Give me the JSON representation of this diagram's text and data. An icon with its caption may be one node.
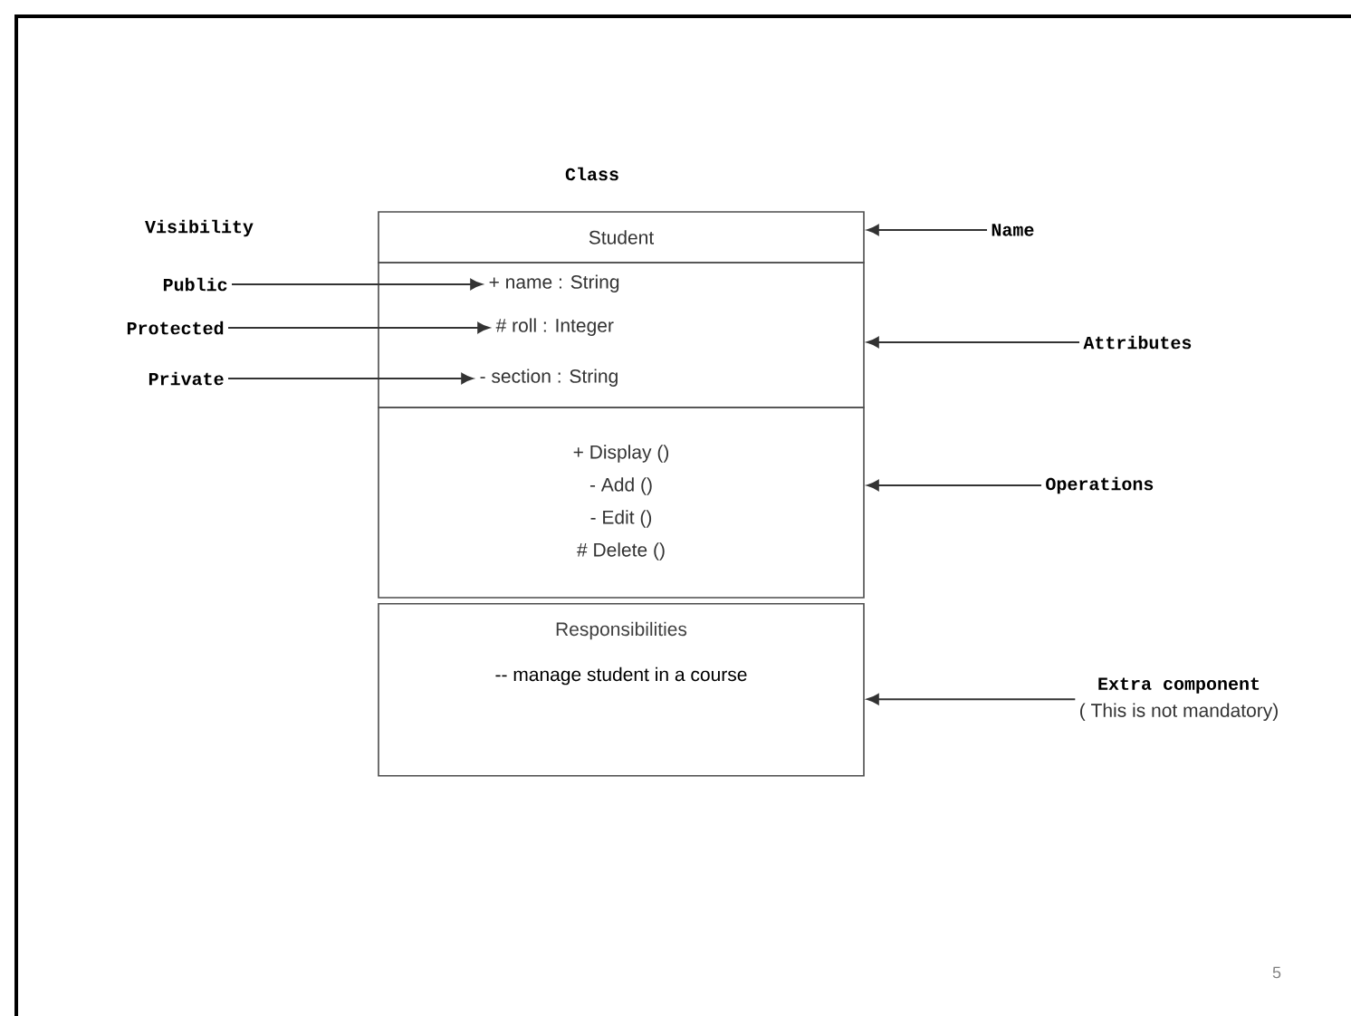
{
  "diagram": {
    "nodes": [
      {
        "text": [
          "Student"
        ]
      },
      {
        "text": [],
        "shape": "box"
      },
      {
        "text": [
          "+ name : String"
        ],
        "in": 1
      },
      {
        "text": [
          "# roll : Integer"
        ],
        "in": 1
      },
      {
        "text": [
          "- section : String"
        ],
        "in": 1
      },
      {
        "text": [
          "+ Display ()",
          "- Add ()",
          "- Edit ()",
          "# Delete ()"
        ]
      },
      {
        "text": [
          "Responsibilities",
          "-- manage student in a course"
        ]
      },
      {
        "text": [
          "Public"
        ]
      },
      {
        "text": [
          "Protected"
        ]
      },
      {
        "text": [
          "Private"
        ]
      },
      {
        "text": [
          "Name"
        ]
      },
      {
        "text": [
          "Attributes"
        ]
      },
      {
        "text": [
          "Operations"
        ]
      },
      {
        "text": [
          "Extra component",
          "( This is not mandatory)"
        ]
      }
    ],
    "edges": [
      {
        "from": 7,
        "to": 2,
        "arrow": "to"
      },
      {
        "from": 8,
        "to": 3,
        "arrow": "to"
      },
      {
        "from": 9,
        "to": 4,
        "arrow": "to"
      },
      {
        "from": 10,
        "to": 0,
        "arrow": "to"
      },
      {
        "from": 11,
        "to": 1,
        "arrow": "to"
      },
      {
        "from": 12,
        "to": 5,
        "arrow": "to"
      },
      {
        "from": 13,
        "to": 6,
        "arrow": "to"
      }
    ],
    "labels": [
      "Class",
      "Visibility",
      "5"
    ]
  }
}
